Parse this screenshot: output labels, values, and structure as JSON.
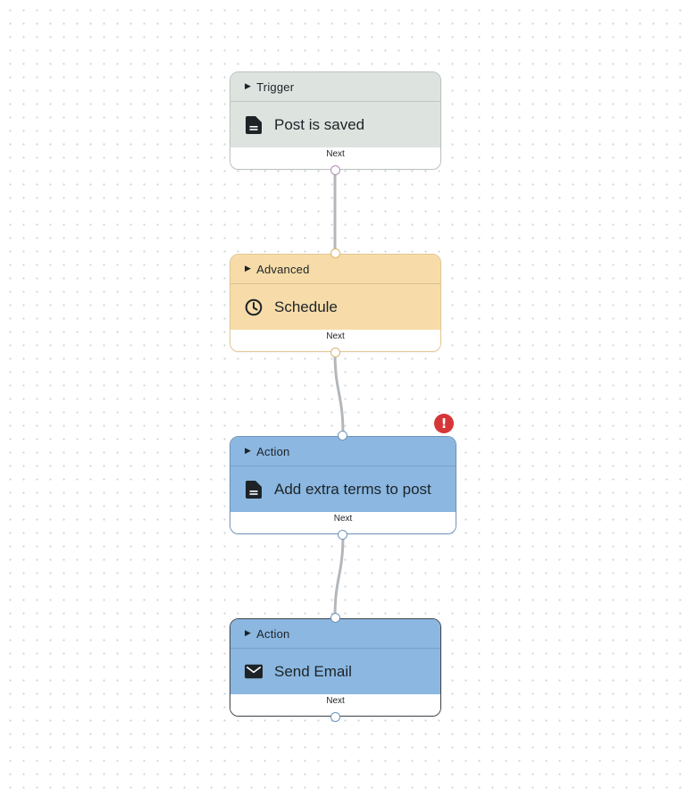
{
  "workflow": {
    "nodes": [
      {
        "id": "trigger",
        "category": "Trigger",
        "title": "Post is saved",
        "footer": "Next",
        "icon": "document-icon",
        "colors": {
          "header": "#dde3df",
          "body": "#dde3df",
          "border": "#b9c2bd",
          "handle": "#b08fb4"
        }
      },
      {
        "id": "advanced",
        "category": "Advanced",
        "title": "Schedule",
        "footer": "Next",
        "icon": "clock-icon",
        "colors": {
          "header": "#f7dca9",
          "body": "#f7dca9",
          "border": "#e3c593",
          "handle": "#d9b675"
        }
      },
      {
        "id": "action-terms",
        "category": "Action",
        "title": "Add extra terms to post",
        "footer": "Next",
        "icon": "document-icon",
        "has_error": true,
        "error_symbol": "!",
        "colors": {
          "header": "#8bb7e1",
          "body": "#8bb7e1",
          "border": "#6e93ba",
          "handle": "#6e93ba"
        }
      },
      {
        "id": "action-email",
        "category": "Action",
        "title": "Send Email",
        "footer": "Next",
        "icon": "envelope-icon",
        "colors": {
          "header": "#8bb7e1",
          "body": "#8bb7e1",
          "border": "#3c434a",
          "handle": "#6e93ba"
        }
      }
    ],
    "edge_color": "#b3b7bb",
    "error_color": "#d63638"
  }
}
